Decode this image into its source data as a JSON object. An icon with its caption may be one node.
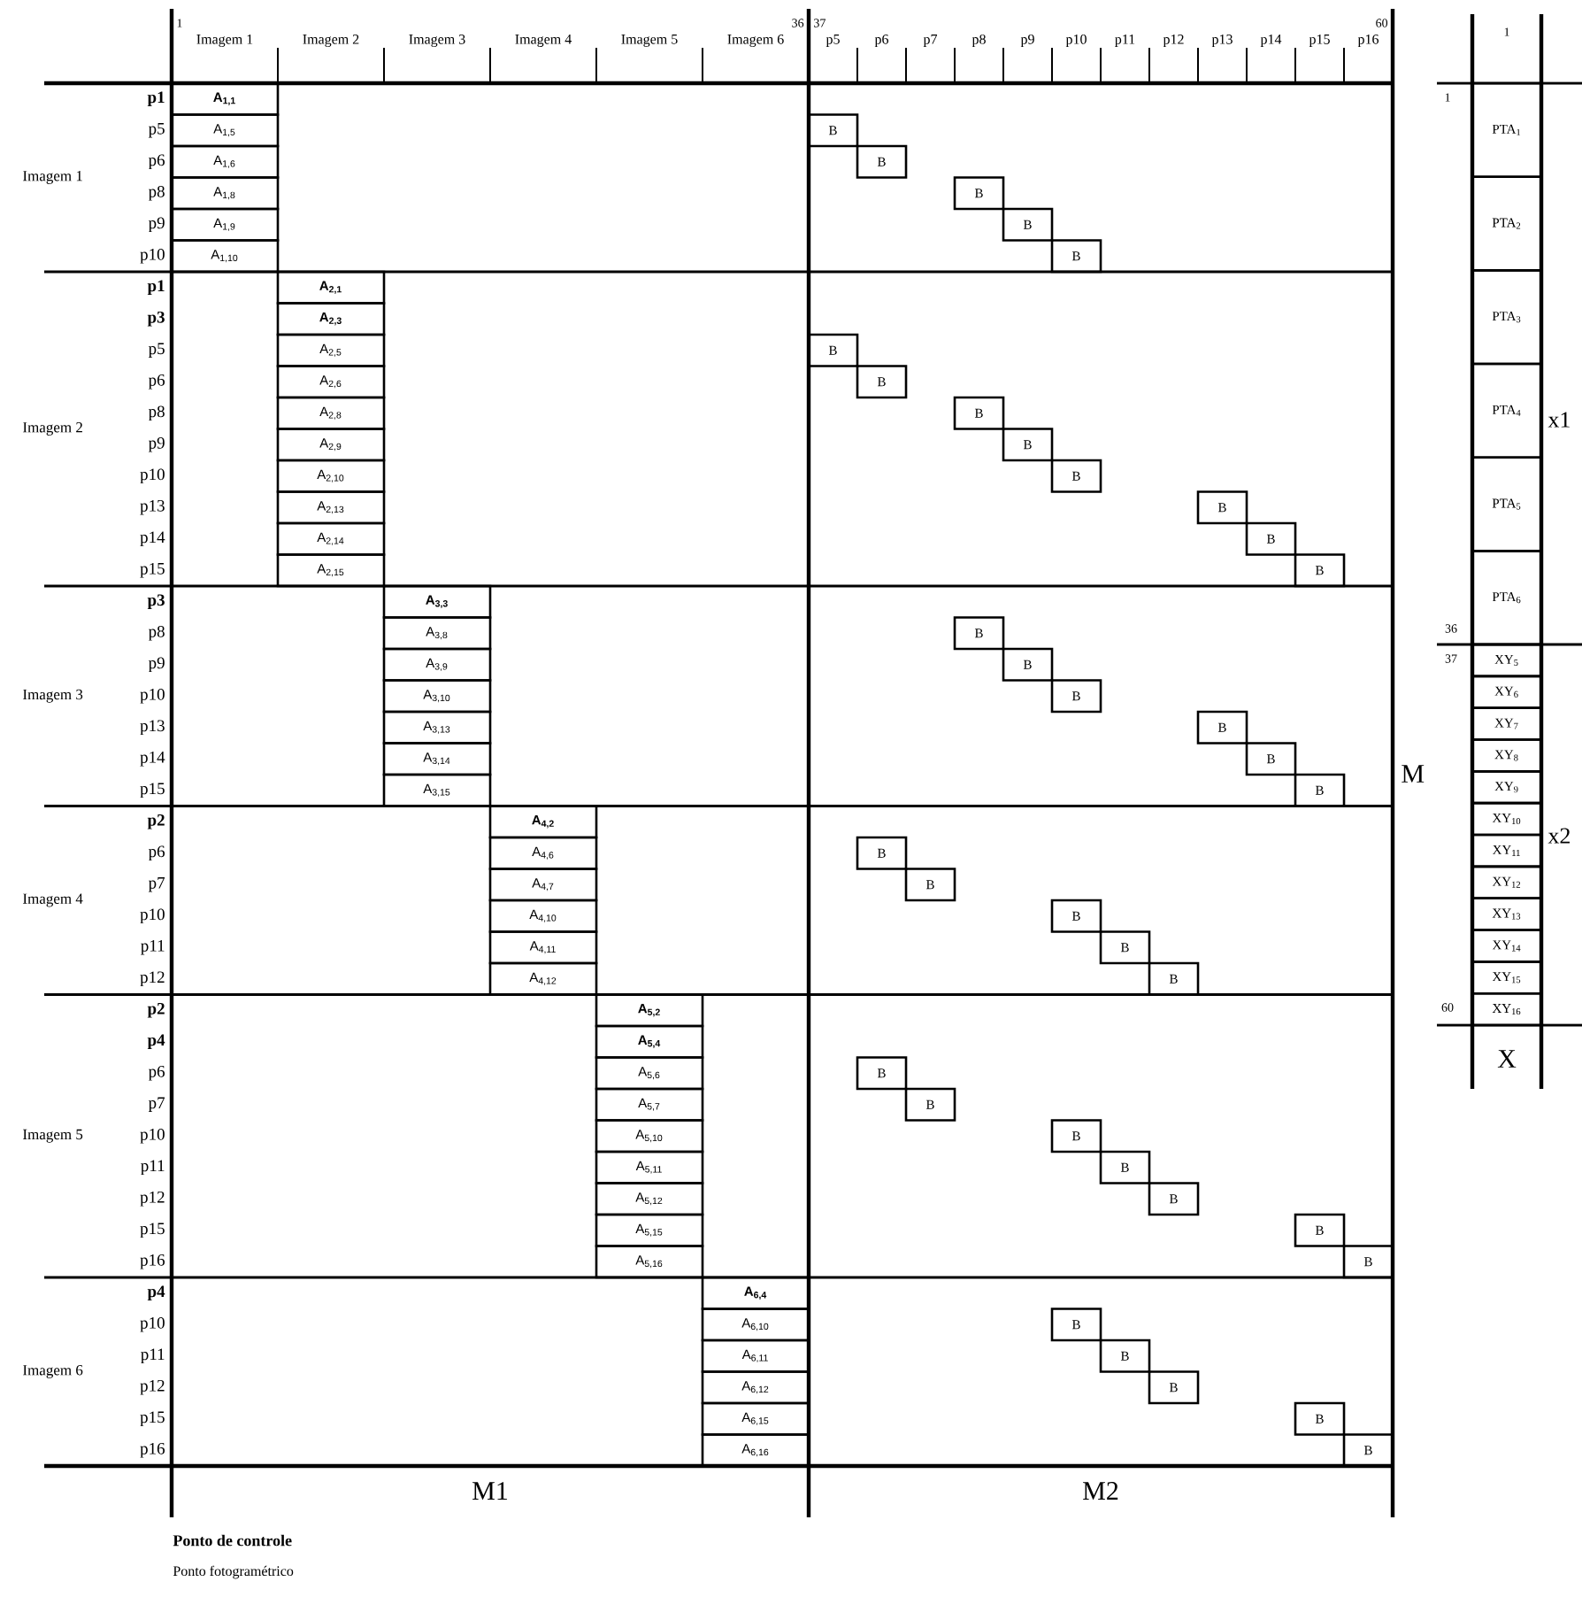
{
  "diagram": {
    "nodes": [
      {
        "text": [
          "A$_{1,1}$"
        ]
      },
      {
        "text": [
          "A$_{1,5}$"
        ]
      },
      {
        "text": [
          "B"
        ]
      },
      {
        "text": [
          "A$_{1,6}$"
        ]
      },
      {
        "text": [
          "B"
        ]
      },
      {
        "text": [
          "A$_{1,8}$"
        ]
      },
      {
        "text": [
          "B"
        ]
      },
      {
        "text": [
          "A$_{1,9}$"
        ]
      },
      {
        "text": [
          "B"
        ]
      },
      {
        "text": [
          "A$_{1,10}$"
        ]
      },
      {
        "text": [
          "B"
        ]
      },
      {
        "text": [
          "A$_{2,1}$"
        ]
      },
      {
        "text": [
          "A$_{2,3}$"
        ]
      },
      {
        "text": [
          "A$_{2,5}$"
        ]
      },
      {
        "text": [
          "B"
        ]
      },
      {
        "text": [
          "A$_{2,6}$"
        ]
      },
      {
        "text": [
          "B"
        ]
      },
      {
        "text": [
          "A$_{2,8}$"
        ]
      },
      {
        "text": [
          "B"
        ]
      },
      {
        "text": [
          "A$_{2,9}$"
        ]
      },
      {
        "text": [
          "B"
        ]
      },
      {
        "text": [
          "A$_{2,10}$"
        ]
      },
      {
        "text": [
          "B"
        ]
      },
      {
        "text": [
          "A$_{2,13}$"
        ]
      },
      {
        "text": [
          "B"
        ]
      },
      {
        "text": [
          "A$_{2,14}$"
        ]
      },
      {
        "text": [
          "B"
        ]
      },
      {
        "text": [
          "A$_{2,15}$"
        ]
      },
      {
        "text": [
          "B"
        ]
      },
      {
        "text": [
          "A$_{3,3}$"
        ]
      },
      {
        "text": [
          "A$_{3,8}$"
        ]
      },
      {
        "text": [
          "B"
        ]
      },
      {
        "text": [
          "A$_{3,9}$"
        ]
      },
      {
        "text": [
          "B"
        ]
      },
      {
        "text": [
          "A$_{3,10}$"
        ]
      },
      {
        "text": [
          "B"
        ]
      },
      {
        "text": [
          "A$_{3,13}$"
        ]
      },
      {
        "text": [
          "B"
        ]
      },
      {
        "text": [
          "A$_{3,14}$"
        ]
      },
      {
        "text": [
          "B"
        ]
      },
      {
        "text": [
          "A$_{3,15}$"
        ]
      },
      {
        "text": [
          "B"
        ]
      },
      {
        "text": [
          "A$_{4,2}$"
        ]
      },
      {
        "text": [
          "A$_{4,6}$"
        ]
      },
      {
        "text": [
          "B"
        ]
      },
      {
        "text": [
          "A$_{4,7}$"
        ]
      },
      {
        "text": [
          "B"
        ]
      },
      {
        "text": [
          "A$_{4,10}$"
        ]
      },
      {
        "text": [
          "B"
        ]
      },
      {
        "text": [
          "A$_{4,11}$"
        ]
      },
      {
        "text": [
          "B"
        ]
      },
      {
        "text": [
          "A$_{4,12}$"
        ]
      },
      {
        "text": [
          "B"
        ]
      },
      {
        "text": [
          "A$_{5,2}$"
        ]
      },
      {
        "text": [
          "A$_{5,4}$"
        ]
      },
      {
        "text": [
          "A$_{5,6}$"
        ]
      },
      {
        "text": [
          "B"
        ]
      },
      {
        "text": [
          "A$_{5,7}$"
        ]
      },
      {
        "text": [
          "B"
        ]
      },
      {
        "text": [
          "A$_{5,10}$"
        ]
      },
      {
        "text": [
          "B"
        ]
      },
      {
        "text": [
          "A$_{5,11}$"
        ]
      },
      {
        "text": [
          "B"
        ]
      },
      {
        "text": [
          "A$_{5,12}$"
        ]
      },
      {
        "text": [
          "B"
        ]
      },
      {
        "text": [
          "A$_{5,15}$"
        ]
      },
      {
        "text": [
          "B"
        ]
      },
      {
        "text": [
          "A$_{5,16}$"
        ]
      },
      {
        "text": [
          "B"
        ]
      },
      {
        "text": [
          "A$_{6,4}$"
        ]
      },
      {
        "text": [
          "A$_{6,10}$"
        ]
      },
      {
        "text": [
          "B"
        ]
      },
      {
        "text": [
          "A$_{6,11}$"
        ]
      },
      {
        "text": [
          "B"
        ]
      },
      {
        "text": [
          "A$_{6,12}$"
        ]
      },
      {
        "text": [
          "B"
        ]
      },
      {
        "text": [
          "A$_{6,15}$"
        ]
      },
      {
        "text": [
          "B"
        ]
      },
      {
        "text": [
          "A$_{6,16}$"
        ]
      },
      {
        "text": [
          "B"
        ]
      },
      {
        "text": [
          "PTA$_{1}$"
        ]
      },
      {
        "text": [
          "PTA$_{2}$"
        ]
      },
      {
        "text": [
          "PTA$_{3}$"
        ]
      },
      {
        "text": [
          "PTA$_{4}$"
        ]
      },
      {
        "text": [
          "PTA$_{5}$"
        ]
      },
      {
        "text": [
          "PTA$_{6}$"
        ]
      },
      {
        "text": [
          "XY$_{5}$"
        ]
      },
      {
        "text": [
          "XY$_{6}$"
        ]
      },
      {
        "text": [
          "XY$_{7}$"
        ]
      },
      {
        "text": [
          "XY$_{8}$"
        ]
      },
      {
        "text": [
          "XY$_{9}$"
        ]
      },
      {
        "text": [
          "XY$_{10}$"
        ]
      },
      {
        "text": [
          "XY$_{11}$"
        ]
      },
      {
        "text": [
          "XY$_{12}$"
        ]
      },
      {
        "text": [
          "XY$_{13}$"
        ]
      },
      {
        "text": [
          "XY$_{14}$"
        ]
      },
      {
        "text": [
          "XY$_{15}$"
        ]
      },
      {
        "text": [
          "XY$_{16}$"
        ]
      }
    ],
    "labels": [
      "1",
      "36",
      "37",
      "60",
      "1",
      "Imagem 1",
      "Imagem 2",
      "Imagem 3",
      "Imagem 4",
      "Imagem 5",
      "Imagem 6",
      "p5",
      "p6",
      "p7",
      "p8",
      "p9",
      "p10",
      "p11",
      "p12",
      "p13",
      "p14",
      "p15",
      "p16",
      "Imagem 1",
      "p1",
      "p5",
      "p6",
      "p8",
      "p9",
      "p10",
      "Imagem 2",
      "p1",
      "p3",
      "p5",
      "p6",
      "p8",
      "p9",
      "p10",
      "p13",
      "p14",
      "p15",
      "Imagem 3",
      "p3",
      "p8",
      "p9",
      "p10",
      "p13",
      "p14",
      "p15",
      "Imagem 4",
      "p2",
      "p6",
      "p7",
      "p10",
      "p11",
      "p12",
      "Imagem 5",
      "p2",
      "p4",
      "p6",
      "p7",
      "p10",
      "p11",
      "p12",
      "p15",
      "p16",
      "Imagem 6",
      "p4",
      "p10",
      "p11",
      "p12",
      "p15",
      "p16",
      "1",
      "36",
      "37",
      "60",
      "x1",
      "x2",
      "X",
      "M",
      "M1",
      "M2",
      "Ponto de controle",
      "Ponto fotogramétrico"
    ]
  }
}
